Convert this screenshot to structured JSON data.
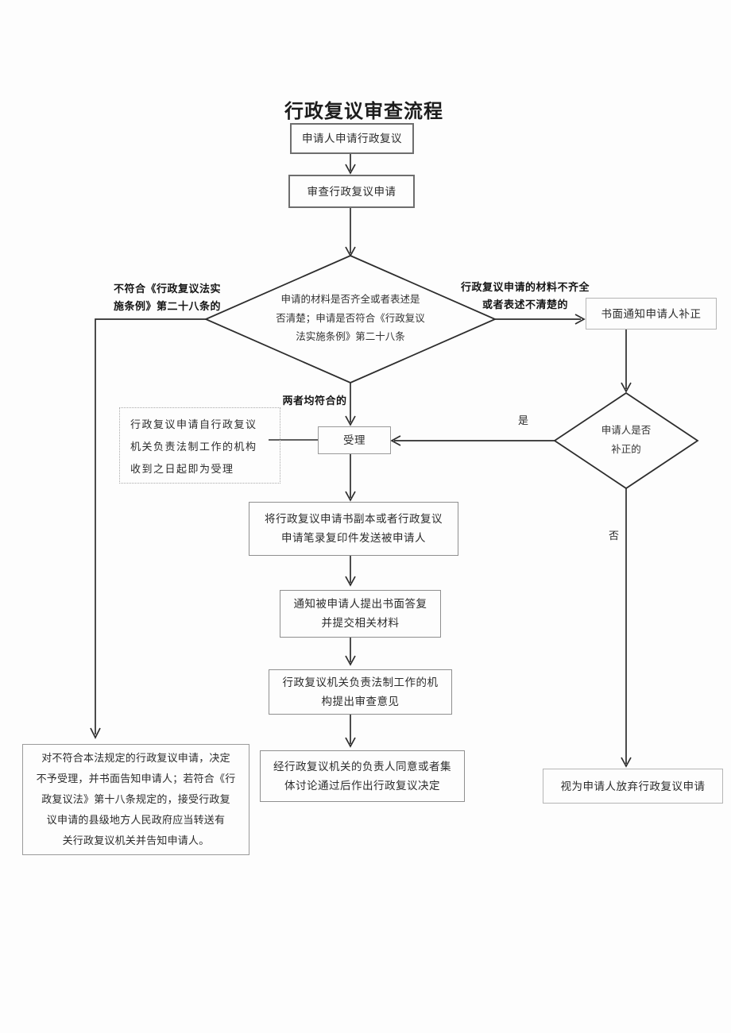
{
  "title": "行政复议审查流程",
  "nodes": {
    "apply": "申请人申请行政复议",
    "review": "审查行政复议申请",
    "main_decision": "申请的材料是否齐全或者表述是\n否清楚；申请是否符合《行政复议\n法实施条例》第二十八条",
    "notify_correct": "书面通知申请人补正",
    "correct_decision": "申请人是否\n补正的",
    "accept": "受理",
    "accept_note": "行政复议申请自行政复议\n机关负责法制工作的机构\n收到之日起即为受理",
    "send_copy": "将行政复议申请书副本或者行政复议\n申请笔录复印件发送被申请人",
    "notify_respondent": "通知被申请人提出书面答复\n并提交相关材料",
    "review_opinion": "行政复议机关负责法制工作的机\n构提出审查意见",
    "make_decision": "经行政复议机关的负责人同意或者集\n体讨论通过后作出行政复议决定",
    "reject": "对不符合本法规定的行政复议申请，决定\n不予受理，并书面告知申请人；若符合《行\n政复议法》第十八条规定的，接受行政复\n议申请的县级地方人民政府应当转送有\n关行政复议机关并告知申请人。",
    "abandon": "视为申请人放弃行政复议申请"
  },
  "labels": {
    "not_conform": "不符合《行政复议法实\n施条例》第二十八条的",
    "incomplete": "行政复议申请的材料不齐全\n或者表述不清楚的",
    "both_conform": "两者均符合的",
    "yes": "是",
    "no": "否"
  },
  "colors": {
    "ink": "#2d2d2d"
  }
}
